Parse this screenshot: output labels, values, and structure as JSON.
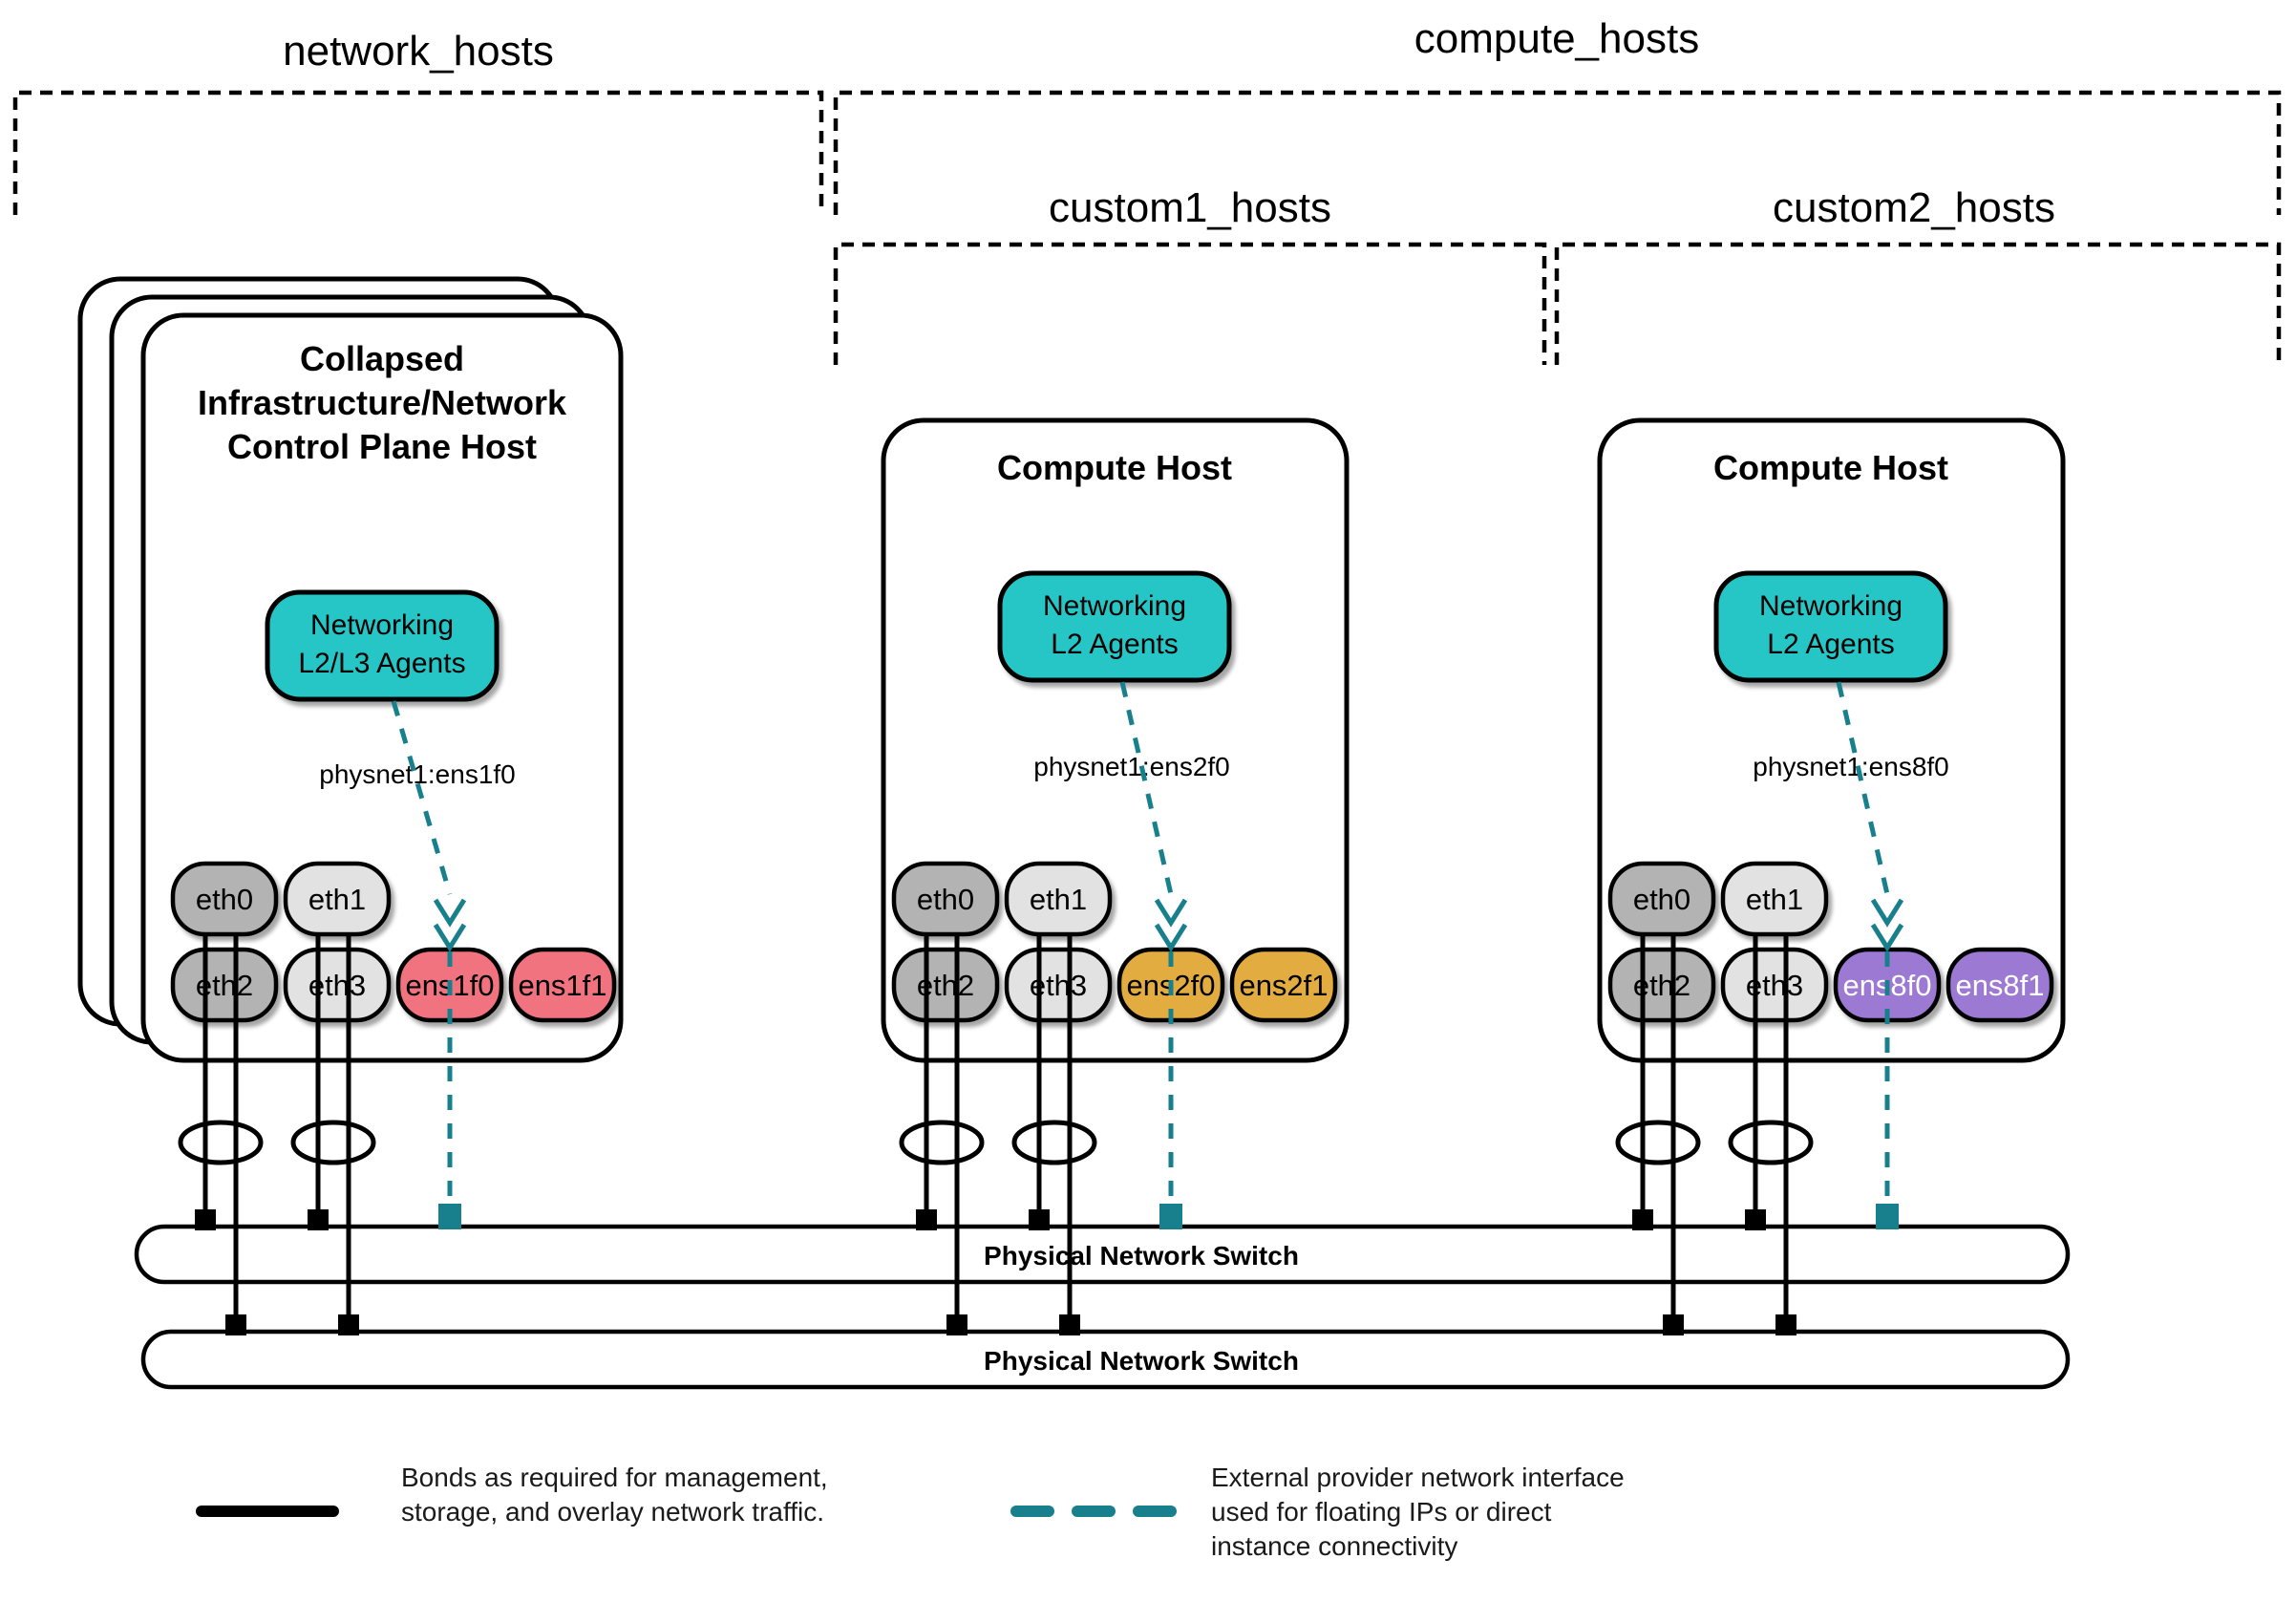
{
  "group_labels": {
    "network_hosts": "network_hosts",
    "compute_hosts": "compute_hosts",
    "custom1_hosts": "custom1_hosts",
    "custom2_hosts": "custom2_hosts"
  },
  "hosts": [
    {
      "title_lines": [
        "Collapsed",
        "Infrastructure/Network",
        "Control Plane Host"
      ],
      "agent_label_lines": [
        "Networking",
        "L2/L3 Agents"
      ],
      "physnet_label": "physnet1:ens1f0",
      "nics": [
        {
          "label": "eth0"
        },
        {
          "label": "eth1"
        },
        {
          "label": "eth2"
        },
        {
          "label": "eth3"
        },
        {
          "label": "ens1f0"
        },
        {
          "label": "ens1f1"
        }
      ]
    },
    {
      "title_lines": [
        "Compute Host"
      ],
      "agent_label_lines": [
        "Networking",
        "L2 Agents"
      ],
      "physnet_label": "physnet1:ens2f0",
      "nics": [
        {
          "label": "eth0"
        },
        {
          "label": "eth1"
        },
        {
          "label": "eth2"
        },
        {
          "label": "eth3"
        },
        {
          "label": "ens2f0"
        },
        {
          "label": "ens2f1"
        }
      ]
    },
    {
      "title_lines": [
        "Compute Host"
      ],
      "agent_label_lines": [
        "Networking",
        "L2 Agents"
      ],
      "physnet_label": "physnet1:ens8f0",
      "nics": [
        {
          "label": "eth0"
        },
        {
          "label": "eth1"
        },
        {
          "label": "eth2"
        },
        {
          "label": "eth3"
        },
        {
          "label": "ens8f0"
        },
        {
          "label": "ens8f1"
        }
      ]
    }
  ],
  "switches": [
    {
      "label": "Physical Network Switch"
    },
    {
      "label": "Physical Network Switch"
    }
  ],
  "legend": {
    "bond_text_lines": [
      "Bonds as required for management,",
      "storage, and overlay network traffic."
    ],
    "external_text_lines": [
      "External provider network interface",
      "used for floating IPs or direct",
      "instance connectivity"
    ]
  },
  "colors": {
    "agent_teal": "#26C6C6",
    "provider_teal_dark": "#17808C",
    "nic_gray_dark": "#B3B3B3",
    "nic_gray_light": "#E2E2E2",
    "nic_pink": "#F1737F",
    "nic_gold": "#E3AC3F",
    "nic_purple": "#9C79D2"
  }
}
